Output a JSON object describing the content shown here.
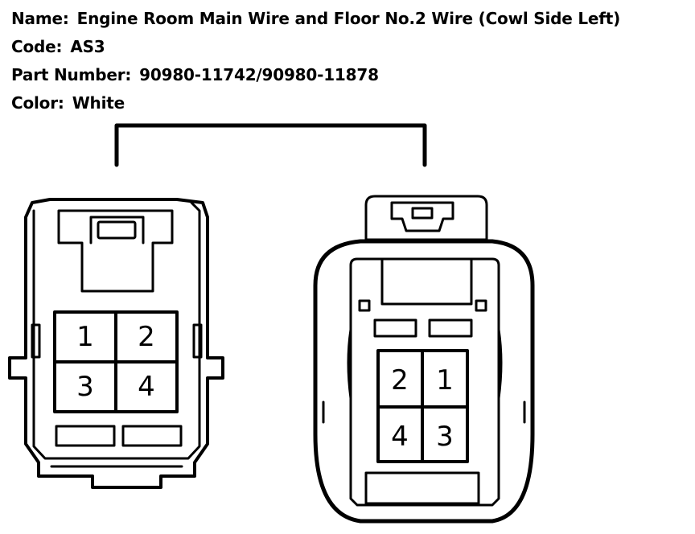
{
  "info": {
    "name_label": "Name:",
    "name_value": "Engine Room Main Wire and Floor No.2 Wire (Cowl Side Left)",
    "code_label": "Code:",
    "code_value": "AS3",
    "part_label": "Part Number:",
    "part_value": "90980-11742/90980-11878",
    "color_label": "Color:",
    "color_value": "White"
  },
  "left_connector": {
    "pins": [
      "1",
      "2",
      "3",
      "4"
    ]
  },
  "right_connector": {
    "pins": [
      "2",
      "1",
      "4",
      "3"
    ]
  }
}
